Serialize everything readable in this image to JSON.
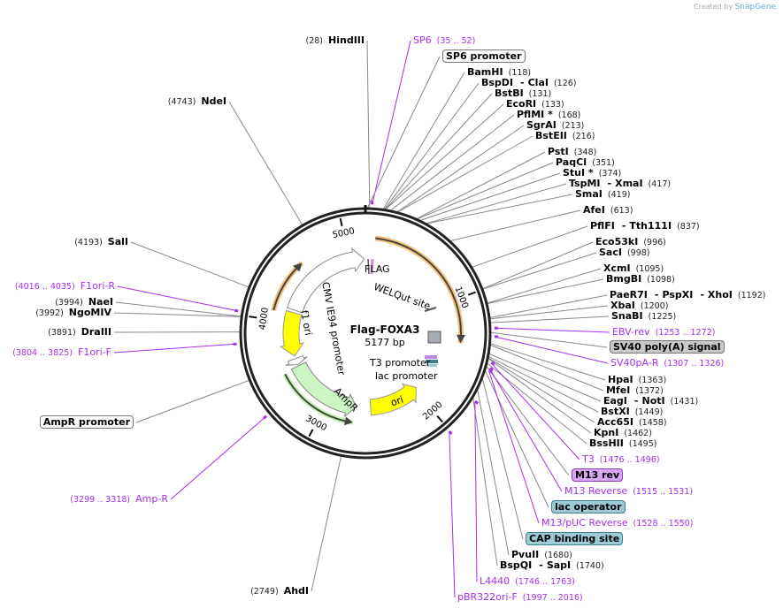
{
  "watermark": {
    "prefix": "Created by",
    "brand": "SnapGene"
  },
  "plasmid": {
    "name": "Flag-FOXA3",
    "length_label": "5177 bp",
    "length": 5177
  },
  "ticks": [
    "1000",
    "2000",
    "3000",
    "4000",
    "5000"
  ],
  "inner_labels": {
    "flag": "FLAG",
    "welqut": "WELQut site",
    "cmv": "CMV IE94 promoter",
    "f1ori": "f1 ori",
    "ampr": "AmpR",
    "t3": "T3 promoter",
    "lac": "lac promoter",
    "ori": "ori"
  },
  "right_labels": [
    {
      "type": "primer",
      "name": "SP6",
      "loc": "(35 .. 52)",
      "bp": 43
    },
    {
      "type": "box",
      "style": "plain",
      "name": "SP6 promoter",
      "bp": 15
    },
    {
      "type": "enzyme",
      "names": [
        "BamHI"
      ],
      "loc": "(118)",
      "bp": 118
    },
    {
      "type": "enzyme",
      "names": [
        "BspDI",
        "ClaI"
      ],
      "loc": "(126)",
      "bp": 126
    },
    {
      "type": "enzyme",
      "names": [
        "BstBI"
      ],
      "loc": "(131)",
      "bp": 131
    },
    {
      "type": "enzyme",
      "names": [
        "EcoRI"
      ],
      "loc": "(133)",
      "bp": 133
    },
    {
      "type": "enzyme",
      "names": [
        "PflMI *"
      ],
      "loc": "(168)",
      "bp": 168
    },
    {
      "type": "enzyme",
      "names": [
        "SgrAI"
      ],
      "loc": "(213)",
      "bp": 213
    },
    {
      "type": "enzyme",
      "names": [
        "BstEII"
      ],
      "loc": "(216)",
      "bp": 216
    },
    {
      "type": "enzyme",
      "names": [
        "PstI"
      ],
      "loc": "(348)",
      "bp": 348
    },
    {
      "type": "enzyme",
      "names": [
        "PaqCI"
      ],
      "loc": "(351)",
      "bp": 351
    },
    {
      "type": "enzyme",
      "names": [
        "StuI *"
      ],
      "loc": "(374)",
      "bp": 374
    },
    {
      "type": "enzyme",
      "names": [
        "TspMI",
        "XmaI"
      ],
      "loc": "(417)",
      "bp": 417
    },
    {
      "type": "enzyme",
      "names": [
        "SmaI"
      ],
      "loc": "(419)",
      "bp": 419
    },
    {
      "type": "enzyme",
      "names": [
        "AfeI"
      ],
      "loc": "(613)",
      "bp": 613
    },
    {
      "type": "enzyme",
      "names": [
        "PflFI",
        "Tth111I"
      ],
      "loc": "(837)",
      "bp": 837
    },
    {
      "type": "enzyme",
      "names": [
        "Eco53kI"
      ],
      "loc": "(996)",
      "bp": 996
    },
    {
      "type": "enzyme",
      "names": [
        "SacI"
      ],
      "loc": "(998)",
      "bp": 998
    },
    {
      "type": "enzyme",
      "names": [
        "XcmI"
      ],
      "loc": "(1095)",
      "bp": 1095
    },
    {
      "type": "enzyme",
      "names": [
        "BmgBI"
      ],
      "loc": "(1098)",
      "bp": 1098
    },
    {
      "type": "enzyme",
      "names": [
        "PaeR7I",
        "PspXI",
        "XhoI"
      ],
      "loc": "(1192)",
      "bp": 1192
    },
    {
      "type": "enzyme",
      "names": [
        "XbaI"
      ],
      "loc": "(1200)",
      "bp": 1200
    },
    {
      "type": "enzyme",
      "names": [
        "SnaBI"
      ],
      "loc": "(1225)",
      "bp": 1225
    },
    {
      "type": "primer",
      "name": "EBV-rev",
      "loc": "(1253 .. 1272)",
      "bp": 1262
    },
    {
      "type": "box",
      "style": "gray",
      "name": "SV40 poly(A) signal",
      "bp": 1290
    },
    {
      "type": "primer",
      "name": "SV40pA-R",
      "loc": "(1307 .. 1326)",
      "bp": 1316
    },
    {
      "type": "enzyme",
      "names": [
        "HpaI"
      ],
      "loc": "(1363)",
      "bp": 1363
    },
    {
      "type": "enzyme",
      "names": [
        "MfeI"
      ],
      "loc": "(1372)",
      "bp": 1372
    },
    {
      "type": "enzyme",
      "names": [
        "EagI",
        "NotI"
      ],
      "loc": "(1431)",
      "bp": 1431
    },
    {
      "type": "enzyme",
      "names": [
        "BstXI"
      ],
      "loc": "(1449)",
      "bp": 1449
    },
    {
      "type": "enzyme",
      "names": [
        "Acc65I"
      ],
      "loc": "(1458)",
      "bp": 1458
    },
    {
      "type": "enzyme",
      "names": [
        "KpnI"
      ],
      "loc": "(1462)",
      "bp": 1462
    },
    {
      "type": "enzyme",
      "names": [
        "BssHII"
      ],
      "loc": "(1495)",
      "bp": 1495
    },
    {
      "type": "primer",
      "name": "T3",
      "loc": "(1476 .. 1496)",
      "bp": 1486
    },
    {
      "type": "box",
      "style": "purple",
      "name": "M13 rev",
      "bp": 1515
    },
    {
      "type": "primer",
      "name": "M13 Reverse",
      "loc": "(1515 .. 1531)",
      "bp": 1523
    },
    {
      "type": "box",
      "style": "teal",
      "name": "lac operator",
      "bp": 1545
    },
    {
      "type": "primer",
      "name": "M13/pUC Reverse",
      "loc": "(1528 .. 1550)",
      "bp": 1539
    },
    {
      "type": "box",
      "style": "teal",
      "name": "CAP binding site",
      "bp": 1600
    },
    {
      "type": "enzyme",
      "names": [
        "PvuII"
      ],
      "loc": "(1680)",
      "bp": 1680
    },
    {
      "type": "enzyme",
      "names": [
        "BspQI",
        "SapI"
      ],
      "loc": "(1740)",
      "bp": 1740
    },
    {
      "type": "primer",
      "name": "L4440",
      "loc": "(1746 .. 1763)",
      "bp": 1754
    },
    {
      "type": "primer",
      "name": "pBR322ori-F",
      "loc": "(1997 .. 2016)",
      "bp": 2006
    }
  ],
  "left_labels": [
    {
      "type": "enzyme",
      "names": [
        "HindIII"
      ],
      "loc": "(28)",
      "bp": 28
    },
    {
      "type": "enzyme",
      "names": [
        "NdeI"
      ],
      "loc": "(4743)",
      "bp": 4743
    },
    {
      "type": "enzyme",
      "names": [
        "SalI"
      ],
      "loc": "(4193)",
      "bp": 4193
    },
    {
      "type": "primer",
      "name": "F1ori-R",
      "loc": "(4016 .. 4035)",
      "bp": 4025
    },
    {
      "type": "enzyme",
      "names": [
        "NaeI"
      ],
      "loc": "(3994)",
      "bp": 3994
    },
    {
      "type": "enzyme",
      "names": [
        "NgoMIV"
      ],
      "loc": "(3992)",
      "bp": 3992
    },
    {
      "type": "enzyme",
      "names": [
        "DraIII"
      ],
      "loc": "(3891)",
      "bp": 3891
    },
    {
      "type": "primer",
      "name": "F1ori-F",
      "loc": "(3804 .. 3825)",
      "bp": 3814
    },
    {
      "type": "box",
      "style": "plain",
      "name": "AmpR promoter",
      "bp": 3565
    },
    {
      "type": "primer",
      "name": "Amp-R",
      "loc": "(3299 .. 3318)",
      "bp": 3308
    },
    {
      "type": "enzyme",
      "names": [
        "AhdI"
      ],
      "loc": "(2749)",
      "bp": 2749
    }
  ],
  "colors": {
    "primer": "#a52ef0",
    "ring": "#222222",
    "orange": "#f5c47a",
    "yellow": "#ffff00",
    "green": "#ccf5c4",
    "teal": "#9ccbd6"
  }
}
